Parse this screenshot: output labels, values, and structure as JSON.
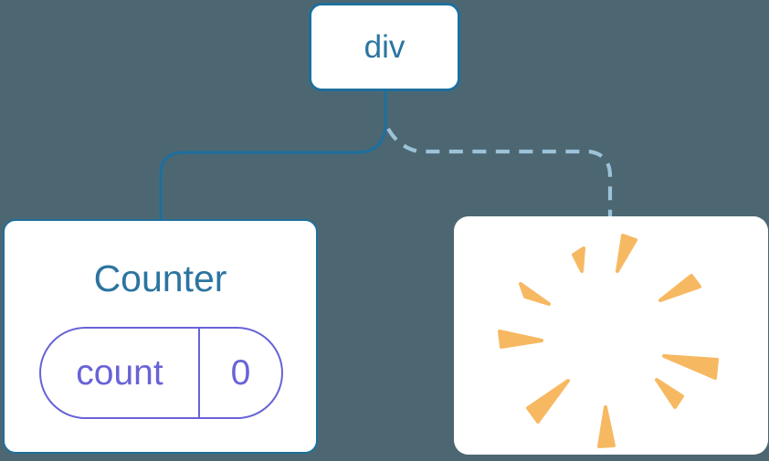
{
  "diagram": {
    "root": {
      "label": "div"
    },
    "counter_node": {
      "title": "Counter",
      "state": {
        "key": "count",
        "value": "0"
      }
    },
    "removed_node": {
      "icon": "poof-explosion-icon"
    }
  },
  "colors": {
    "background": "#4d6772",
    "node_bg": "#ffffff",
    "node_border": "#1e6f9c",
    "node_text": "#2b74a0",
    "solid_link": "#1e6f9c",
    "dashed_link": "#9cc2d8",
    "state_purple": "#6863d6",
    "poof_orange": "#f7b862"
  }
}
